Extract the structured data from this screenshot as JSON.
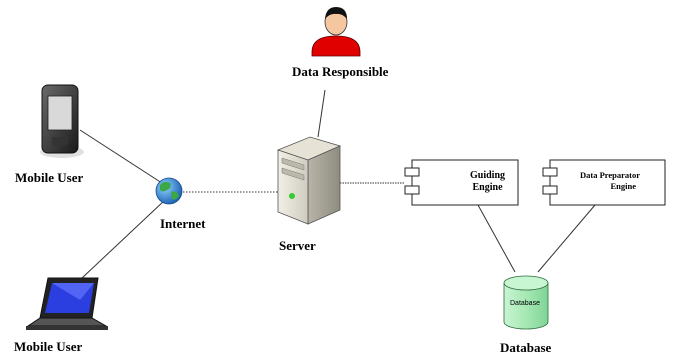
{
  "nodes": {
    "data_responsible": {
      "label": "Data Responsible"
    },
    "mobile_user_phone": {
      "label": "Mobile User"
    },
    "mobile_user_laptop": {
      "label": "Mobile User"
    },
    "internet": {
      "label": "Internet"
    },
    "server": {
      "label": "Server"
    },
    "guiding_engine": {
      "label_line1": "Guiding",
      "label_line2": "Engine"
    },
    "data_preparator_engine": {
      "label_line1": "Data Preparator",
      "label_line2": "Engine"
    },
    "database": {
      "label": "Database",
      "cylinder_label": "Database"
    }
  },
  "colors": {
    "person": "#e00000",
    "database": "#a6e8b4",
    "globe": "#2a7fd4",
    "laptop_screen": "#2b3fe0"
  },
  "icons": {
    "person": "person-icon",
    "phone": "smartphone-icon",
    "laptop": "laptop-icon",
    "globe": "globe-icon",
    "server": "server-tower-icon",
    "component": "uml-component-icon",
    "database": "database-cylinder-icon"
  }
}
